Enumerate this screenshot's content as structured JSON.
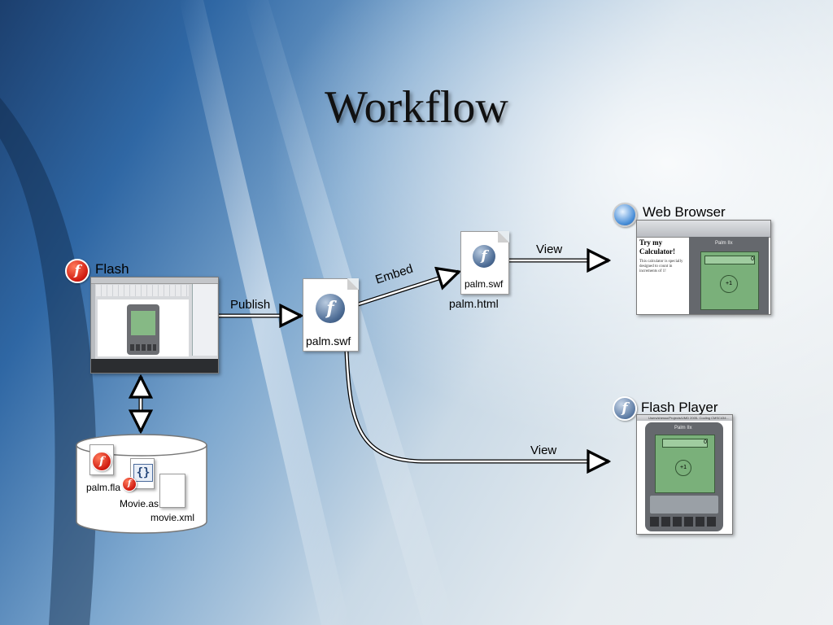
{
  "slide": {
    "title": "Workflow"
  },
  "nodes": {
    "flash": {
      "label": "Flash",
      "icon": "flash-app-icon"
    },
    "palm_swf_main": {
      "label": "palm.swf",
      "icon": "swf-file-icon"
    },
    "palm_html": {
      "inner_label": "palm.swf",
      "label": "palm.html",
      "icon": "html-file-icon"
    },
    "web_browser": {
      "label": "Web Browser",
      "icon": "safari-compass-icon",
      "page_heading": "Try my Calculator!",
      "page_text": "This calculator is specially designed to count in increments of 1!",
      "device_brand": "Palm IIx",
      "display_value": "0",
      "button_label": "+1"
    },
    "flash_player": {
      "label": "Flash Player",
      "icon": "flash-player-icon",
      "window_title": "Users/shesso/Projects/UMD 2005- Cooling CMSC434…",
      "device_brand": "Palm IIx",
      "display_value": "0",
      "button_label": "+1"
    },
    "storage": {
      "files": [
        {
          "name": "palm.fla",
          "icon": "fla-file-icon"
        },
        {
          "name": "Movie.as",
          "icon": "actionscript-file-icon"
        },
        {
          "name": "movie.xml",
          "icon": "xml-file-icon"
        }
      ]
    }
  },
  "edges": {
    "publish": "Publish",
    "embed": "Embed",
    "view_browser": "View",
    "view_player": "View"
  },
  "colors": {
    "flash_red": "#d01a10",
    "palm_green": "#7ab07a",
    "wire": "#000000"
  }
}
